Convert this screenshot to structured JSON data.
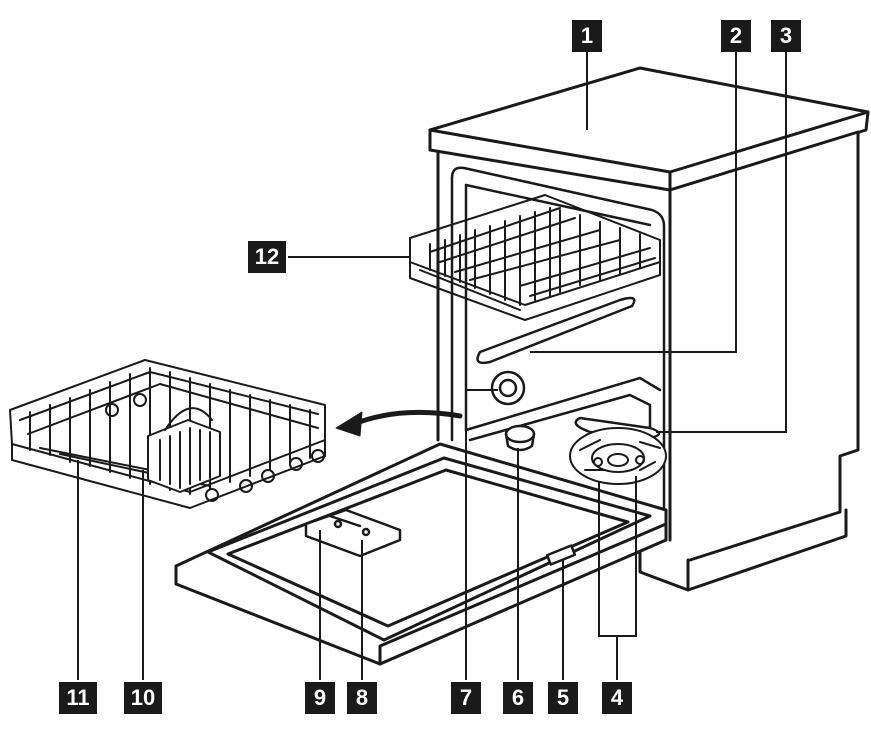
{
  "callouts": [
    {
      "id": "1"
    },
    {
      "id": "2"
    },
    {
      "id": "3"
    },
    {
      "id": "4"
    },
    {
      "id": "5"
    },
    {
      "id": "6"
    },
    {
      "id": "7"
    },
    {
      "id": "8"
    },
    {
      "id": "9"
    },
    {
      "id": "10"
    },
    {
      "id": "11"
    },
    {
      "id": "12"
    }
  ],
  "colors": {
    "stroke": "#1a1a1a",
    "label_bg": "#1a1a1a",
    "label_text": "#ffffff",
    "fill": "#ffffff"
  }
}
